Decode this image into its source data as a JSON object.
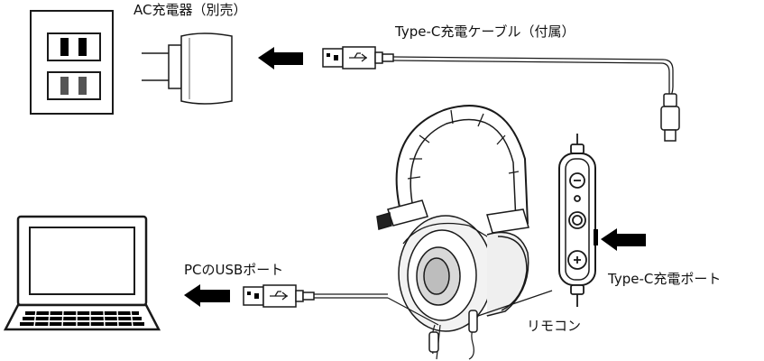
{
  "labels": {
    "ac_adapter": "AC充電器（別売）",
    "cable": "Type-C充電ケーブル（付属）",
    "pc_port": "PCのUSBポート",
    "charge_port": "Type-C充電ポート",
    "remote": "リモコン"
  },
  "colors": {
    "line": "#1a1a1a",
    "fill_dark": "#000000",
    "paper": "#ffffff",
    "gray": "#555555"
  },
  "icons": [
    "wall-outlet-icon",
    "ac-adapter-icon",
    "usb-connector-icon",
    "arrow-left-icon",
    "usb-c-connector-icon",
    "headphones-icon",
    "remote-control-icon",
    "laptop-icon"
  ]
}
